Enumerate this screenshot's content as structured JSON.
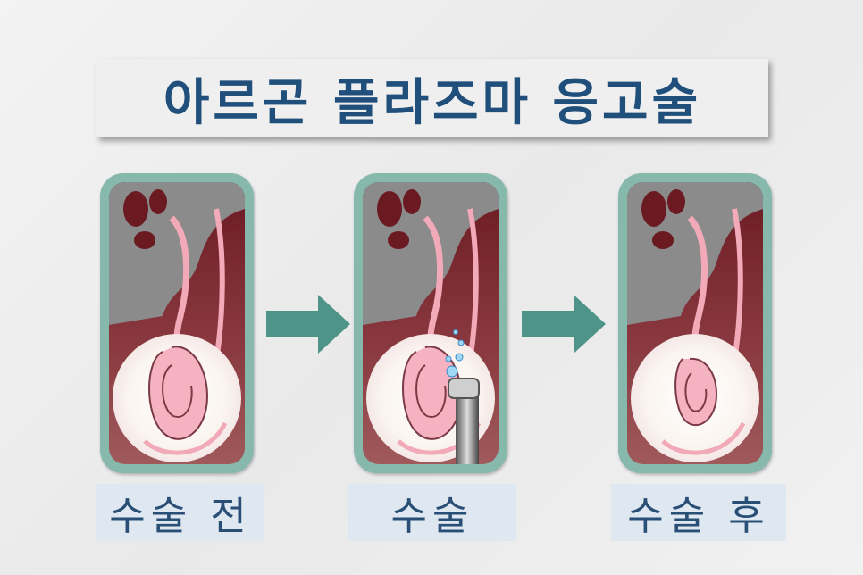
{
  "title": "아르곤 플라즈마 응고술",
  "steps": [
    {
      "label": "수술 전"
    },
    {
      "label": "수술"
    },
    {
      "label": "수술 후"
    }
  ],
  "colors": {
    "title_text": "#1f4f7a",
    "panel_border": "#86b9ac",
    "tissue_dark": "#6f1d25",
    "mucosa_pink": "#f2a9b8",
    "arrow": "#4f9488",
    "caption_bg": "#dfe7f0",
    "caption_text": "#2a4f77"
  }
}
